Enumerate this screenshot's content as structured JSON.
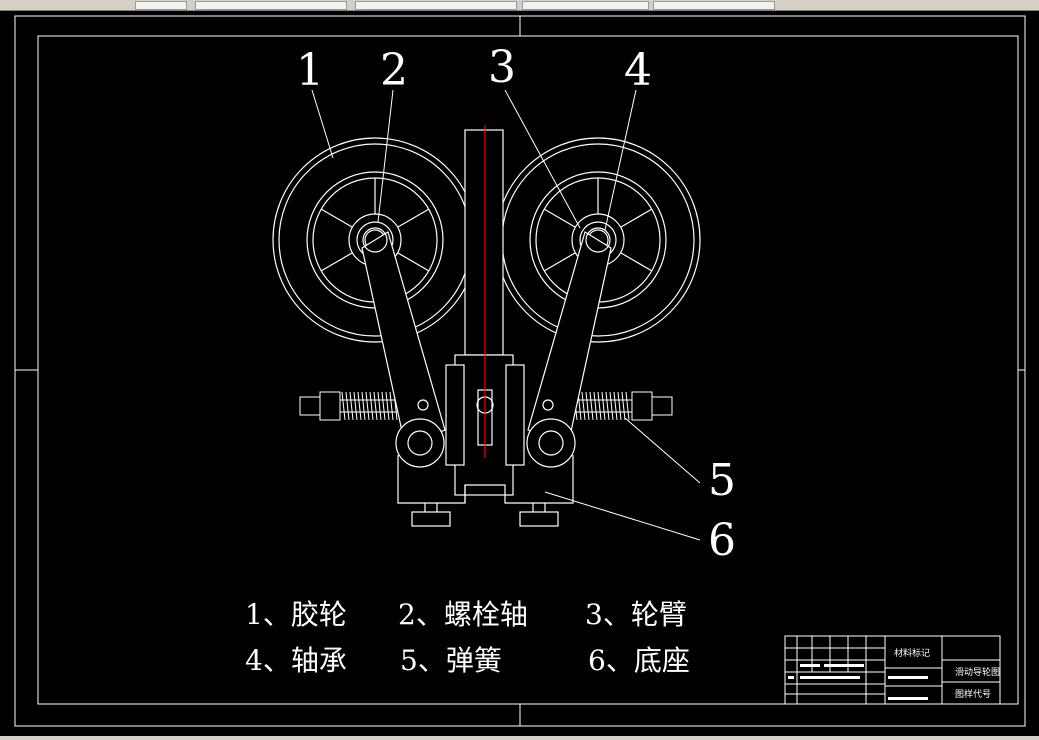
{
  "toolbar": {
    "tabs": [
      "",
      "",
      "",
      "",
      ""
    ]
  },
  "callouts": [
    "1",
    "2",
    "3",
    "4",
    "5",
    "6"
  ],
  "legend": {
    "row1": [
      "1、胶轮",
      "2、螺栓轴",
      "3、轮臂"
    ],
    "row2": [
      "4、轴承",
      "5、弹簧",
      "6、底座"
    ]
  },
  "title_block": {
    "material_mark": "材料标记",
    "drawing_title": "滑动导轮图",
    "drawing_code": "图样代号"
  },
  "colors": {
    "background": "#000000",
    "lines": "#ffffff",
    "centerline": "#ff0000"
  }
}
